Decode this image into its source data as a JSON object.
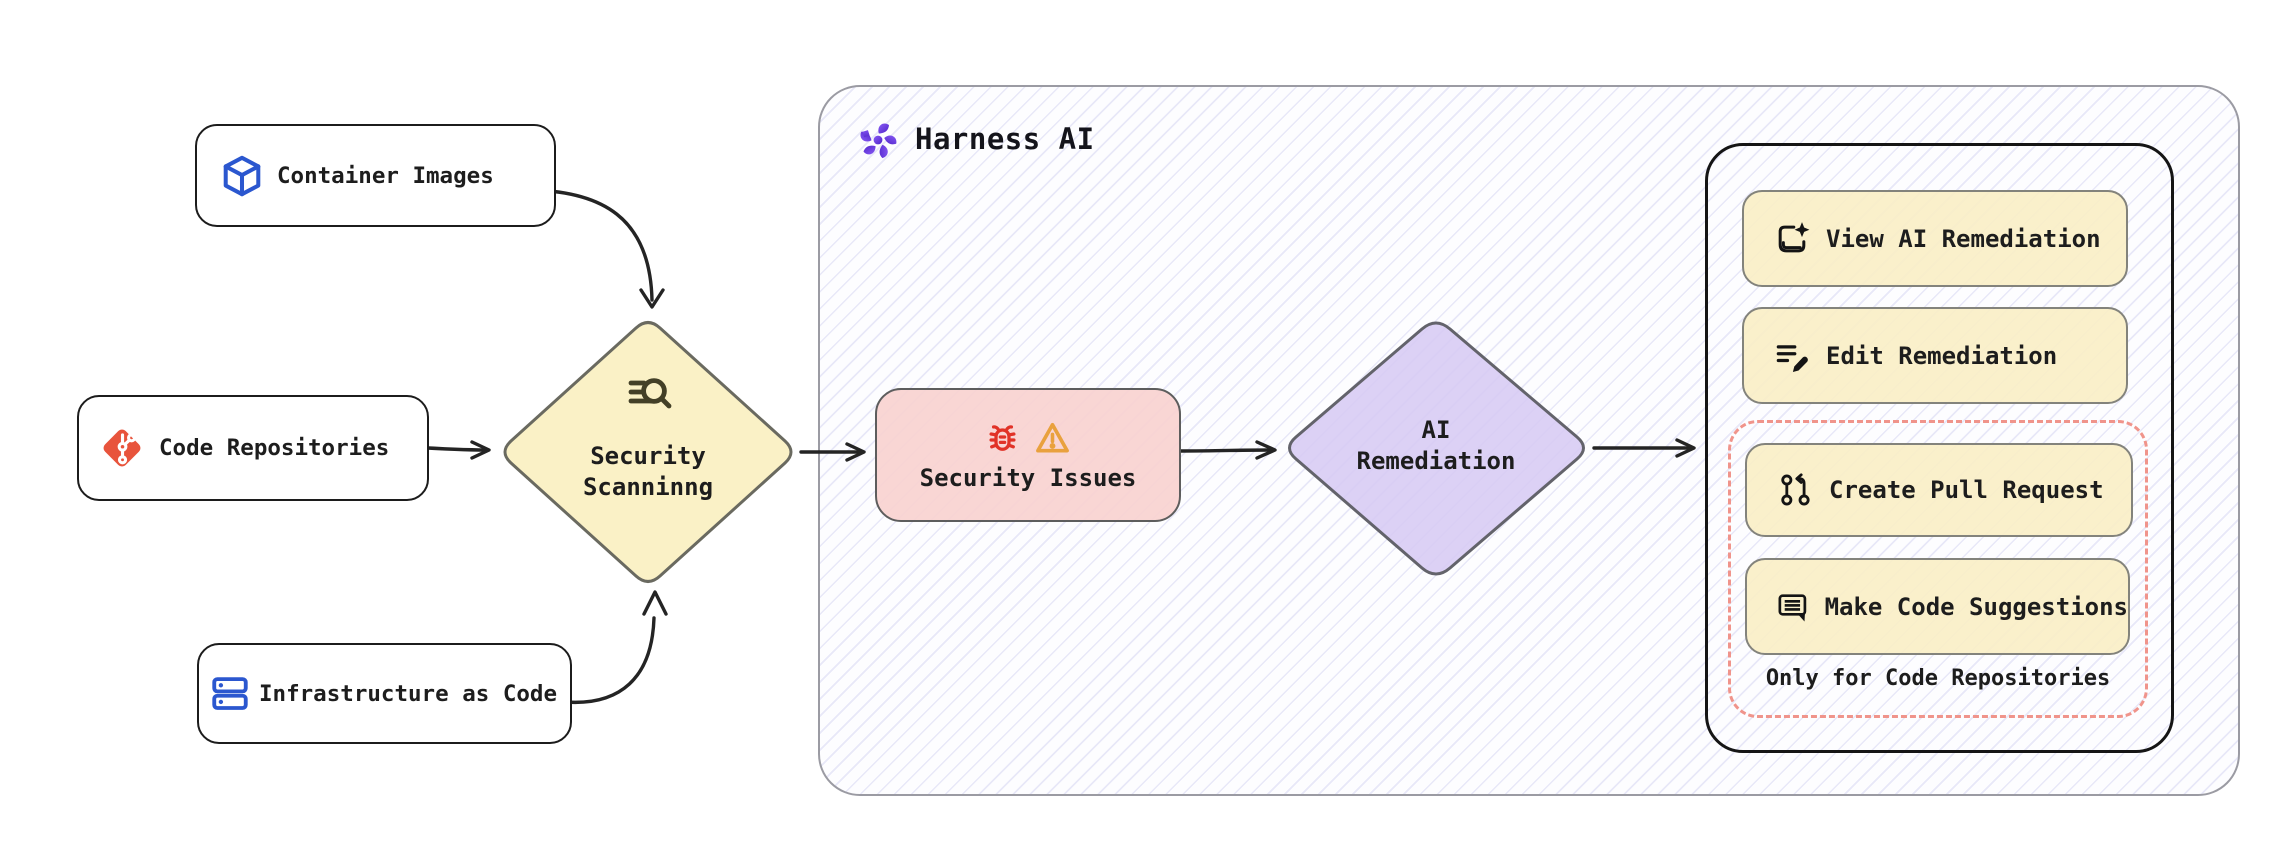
{
  "diagram": {
    "harness": {
      "title": "Harness AI"
    },
    "sources": [
      {
        "label": "Container Images"
      },
      {
        "label": "Code Repositories"
      },
      {
        "label": "Infrastructure as Code"
      }
    ],
    "scanning": {
      "line1": "Security",
      "line2": "Scanninng"
    },
    "issues": {
      "label": "Security Issues"
    },
    "remediation": {
      "line1": "AI",
      "line2": "Remediation"
    },
    "actions": {
      "view": "View AI Remediation",
      "edit": "Edit Remediation",
      "create_pr": "Create Pull Request",
      "suggest": "Make Code Suggestions"
    },
    "note": "Only for Code Repositories",
    "icons": {
      "container": "cube-icon",
      "repos": "git-icon",
      "iac": "server-icon",
      "scanning": "search-list-icon",
      "issues": [
        "bug-icon",
        "warning-icon"
      ],
      "harness": "harness-pinwheel-icon",
      "view": "journal-sparkle-icon",
      "edit": "list-pencil-icon",
      "create_pr": "pull-request-icon",
      "suggest": "comment-lines-icon"
    },
    "colors": {
      "yellow_fill": "#FAF1C6",
      "pink_fill": "#F8D1CF",
      "purple_fill": "#D6C9F3",
      "dashed_red": "#F0948B",
      "git_orange": "#E8543C",
      "blue_icon": "#2B57CF",
      "bug_red": "#E13227",
      "warning_orange": "#E9A13E",
      "harness_purple": "#6C3FE0",
      "hatch_line": "#8080D6",
      "panel_border": "#151515",
      "container_border": "#9B9BA3",
      "text": "#1D1D1D"
    }
  }
}
